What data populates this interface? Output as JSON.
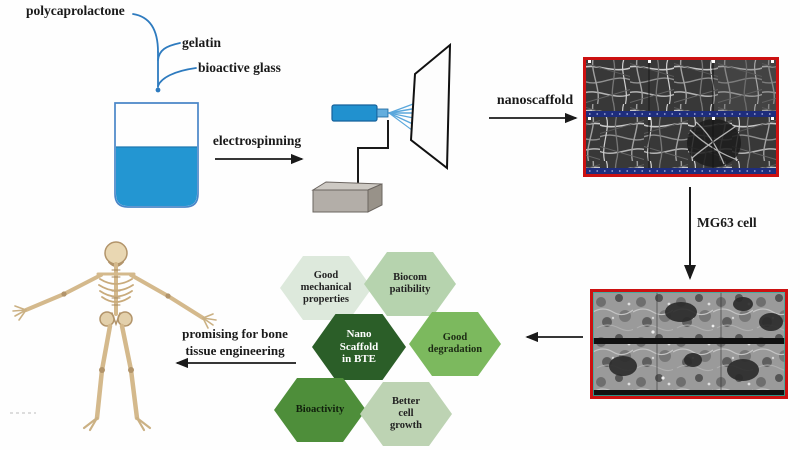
{
  "labels": {
    "polycaprolactone": "polycaprolactone",
    "gelatin": "gelatin",
    "bioactive_glass": "bioactive glass",
    "electrospinning": "electrospinning",
    "nanoscaffold": "nanoscaffold",
    "mg63_cell": "MG63 cell",
    "promising": "promising for bone\ntissue engineering"
  },
  "hexagons": {
    "mechanical": {
      "label": "Good\nmechanical\nproperties",
      "color": "#dde9dc"
    },
    "biocompatibility": {
      "label": "Biocom\npatibility",
      "color": "#b6d3ae"
    },
    "nano_scaffold": {
      "label": "Nano\nScaffold\nin BTE",
      "color": "#2b5e28",
      "text_color": "#ffffff"
    },
    "degradation": {
      "label": "Good\ndegradation",
      "color": "#7cb95e"
    },
    "bioactivity": {
      "label": "Bioactivity",
      "color": "#4e8e3a"
    },
    "cell_growth": {
      "label": "Better\ncell\ngrowth",
      "color": "#bdd3b3"
    }
  },
  "colors": {
    "flow_line_blue": "#2e7bbf",
    "beaker_liquid_blue": "#2396d2",
    "syringe_blue": "#2191cf",
    "spray_blue": "#5aa7dc",
    "arrow_black": "#1a1a1a",
    "sem_border_red": "#cc1111",
    "scale_bar_navy": "#1e2d7d",
    "hex_dark_green": "#2b5e28"
  }
}
